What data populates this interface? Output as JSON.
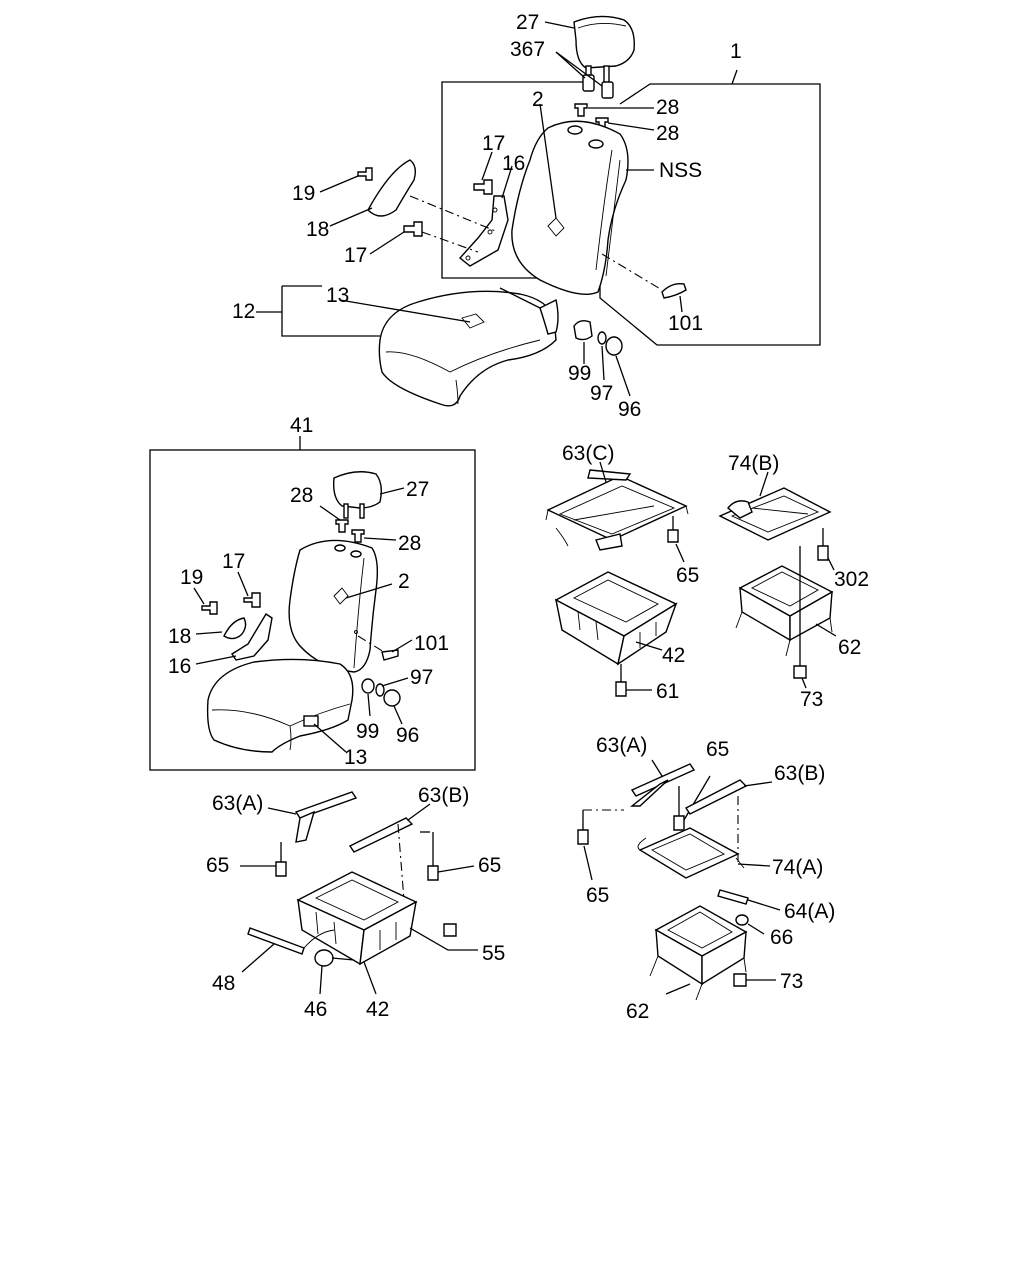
{
  "labels": {
    "upper": {
      "l27": "27",
      "l367": "367",
      "l1": "1",
      "l2": "2",
      "l28a": "28",
      "l28b": "28",
      "l17a": "17",
      "l16": "16",
      "lNSS": "NSS",
      "l19": "19",
      "l18": "18",
      "l17b": "17",
      "l13": "13",
      "l12": "12",
      "l101": "101",
      "l99": "99",
      "l97": "97",
      "l96": "96"
    },
    "box41": {
      "l41": "41",
      "l28a": "28",
      "l27": "27",
      "l28b": "28",
      "l17": "17",
      "l19": "19",
      "l2": "2",
      "l18": "18",
      "l101": "101",
      "l16": "16",
      "l97": "97",
      "l99": "99",
      "l96": "96",
      "l13": "13"
    },
    "railC": {
      "l63c": "63(C)",
      "l65": "65",
      "l42": "42",
      "l61": "61"
    },
    "railB": {
      "l74b": "74(B)",
      "l302": "302",
      "l62": "62",
      "l73": "73"
    },
    "lowerLeft": {
      "l63a": "63(A)",
      "l63b": "63(B)",
      "l65a": "65",
      "l65b": "65",
      "l55": "55",
      "l48": "48",
      "l46": "46",
      "l42": "42"
    },
    "lowerRight": {
      "l63a": "63(A)",
      "l65a": "65",
      "l63b": "63(B)",
      "l65b": "65",
      "l74a": "74(A)",
      "l64a": "64(A)",
      "l66": "66",
      "l73": "73",
      "l62": "62"
    }
  }
}
